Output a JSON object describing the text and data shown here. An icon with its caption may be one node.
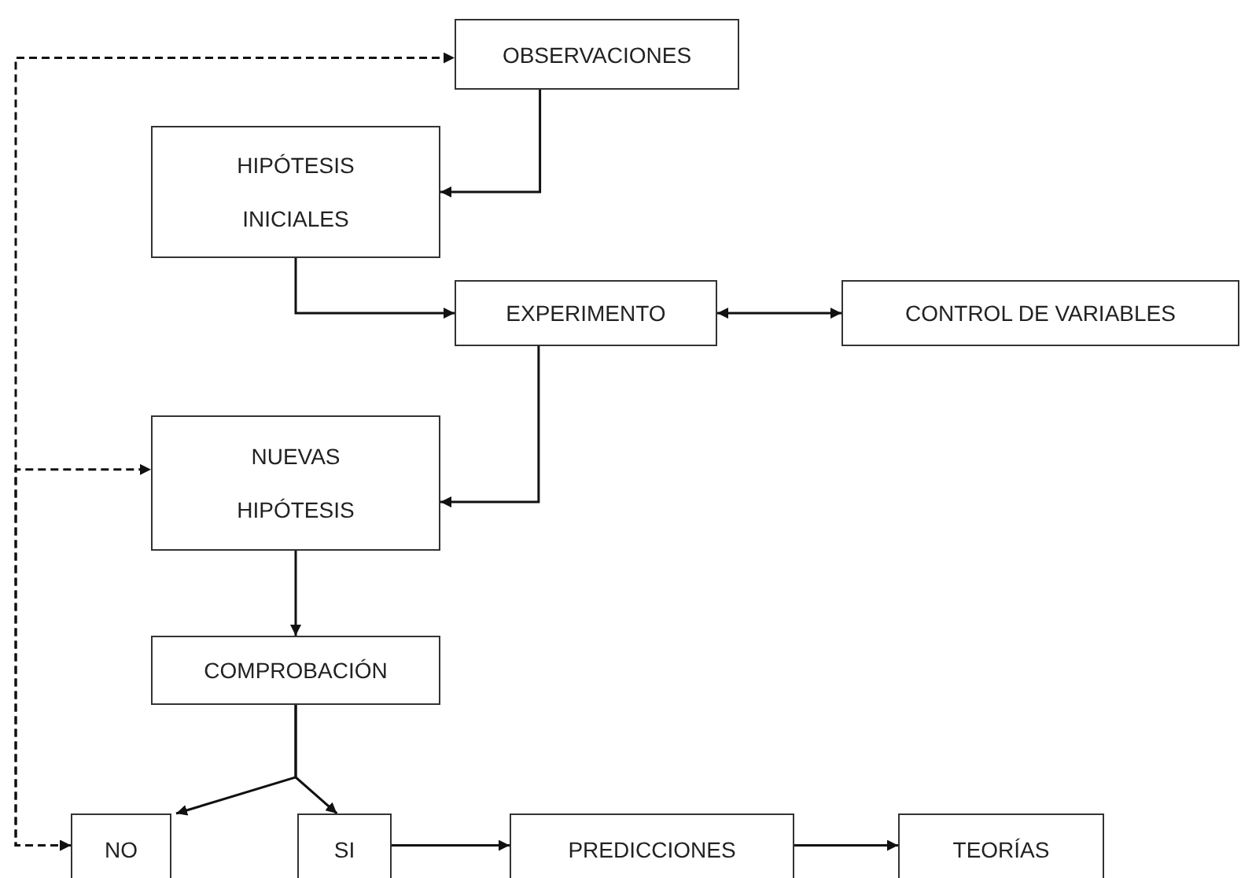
{
  "diagram": {
    "nodes": [
      {
        "text": [
          "OBSERVACIONES"
        ]
      },
      {
        "text": [
          "HIPÓTESIS INICIALES"
        ]
      },
      {
        "text": [
          "EXPERIMENTO"
        ]
      },
      {
        "text": [
          "CONTROL DE VARIABLES"
        ]
      },
      {
        "text": [
          "NUEVAS HIPÓTESIS"
        ]
      },
      {
        "text": [
          "COMPROBACIÓN"
        ]
      },
      {
        "text": [
          "NO"
        ]
      },
      {
        "text": [
          "SI"
        ]
      },
      {
        "text": [
          "PREDICCIONES"
        ]
      },
      {
        "text": [
          "TEORÍAS"
        ]
      }
    ],
    "edges": [
      {
        "from": 0,
        "to": 1,
        "arrow": "to"
      },
      {
        "from": 1,
        "to": 2,
        "arrow": "to"
      },
      {
        "from": 2,
        "to": 3,
        "arrow": "both"
      },
      {
        "from": 2,
        "to": 4,
        "arrow": "to"
      },
      {
        "from": 4,
        "to": 5,
        "arrow": "to"
      },
      {
        "from": 5,
        "to": 6,
        "arrow": "to"
      },
      {
        "from": 5,
        "to": 7,
        "arrow": "to"
      },
      {
        "from": 7,
        "to": 8,
        "arrow": "to"
      },
      {
        "from": 8,
        "to": 9,
        "arrow": "to"
      },
      {
        "from": 6,
        "to": 0,
        "arrow": "both",
        "style": "dashed"
      },
      {
        "from": 6,
        "to": 4,
        "arrow": "both",
        "style": "dashed"
      }
    ]
  }
}
